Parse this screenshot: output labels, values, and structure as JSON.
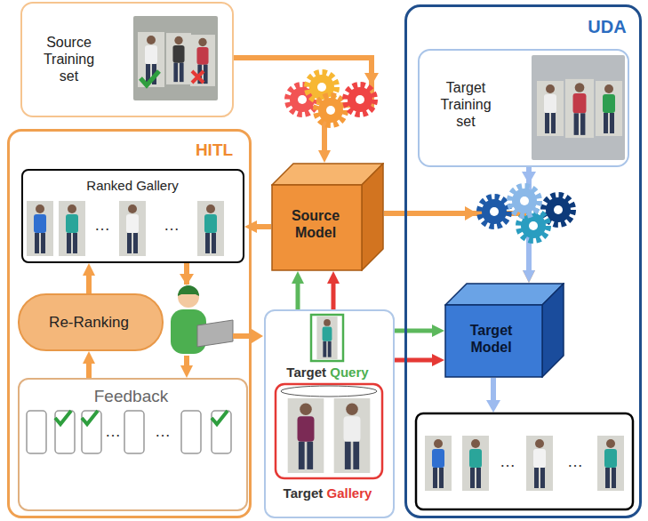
{
  "diagram": {
    "nodes": [
      {
        "text": [
          "Source Training set"
        ]
      },
      {
        "text": [
          "HITL"
        ]
      },
      {
        "text": [
          "UDA"
        ]
      },
      {
        "text": [
          "Target Training set"
        ],
        "in": 2
      },
      {
        "text": [
          "Ranked Gallery"
        ],
        "in": 1
      },
      {
        "text": [
          "Source Model"
        ]
      },
      {
        "text": [
          "Re-Ranking"
        ],
        "in": 1
      },
      {
        "text": [
          "Feedback"
        ],
        "in": 1
      },
      {
        "text": [
          "Target Query",
          "Target Gallery"
        ]
      },
      {
        "text": [
          "Target Model"
        ],
        "in": 2
      }
    ],
    "edges": [
      {
        "from": 0,
        "to": 5,
        "arrow": "to"
      },
      {
        "from": 5,
        "to": 4,
        "arrow": "to"
      },
      {
        "from": 5,
        "to": 9,
        "arrow": "to"
      },
      {
        "from": 3,
        "to": 9,
        "arrow": "to"
      },
      {
        "from": 4,
        "to": 7,
        "arrow": "to"
      },
      {
        "from": 7,
        "to": 6,
        "arrow": "to"
      },
      {
        "from": 6,
        "to": 4,
        "arrow": "to"
      },
      {
        "from": 8,
        "to": 5,
        "arrow": "to"
      },
      {
        "from": 8,
        "to": 5,
        "arrow": "to"
      },
      {
        "from": 8,
        "to": 9,
        "arrow": "to"
      },
      {
        "from": 8,
        "to": 9,
        "arrow": "to"
      }
    ],
    "labels": [
      "…",
      "…",
      "…",
      "…",
      "…",
      "…"
    ]
  }
}
